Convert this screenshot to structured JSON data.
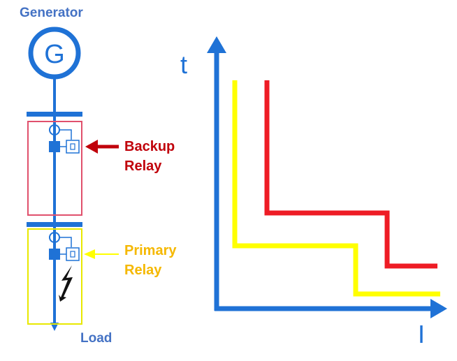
{
  "generator": {
    "label": "Generator",
    "symbol": "G"
  },
  "load": {
    "label": "Load"
  },
  "backup_relay": {
    "line1": "Backup",
    "line2": "Relay"
  },
  "primary_relay": {
    "line1": "Primary",
    "line2": "Relay"
  },
  "axes": {
    "t_label": "t",
    "i_label": "I"
  },
  "colors": {
    "line_blue": "#1f72d6",
    "label_blue": "#4472c4",
    "backup_red": "#ee1c25",
    "backup_label": "#c0000a",
    "primary_yellow": "#ffff00",
    "primary_label": "#f5b800",
    "backup_box": "#e0506c",
    "primary_box": "#e8e800"
  }
}
